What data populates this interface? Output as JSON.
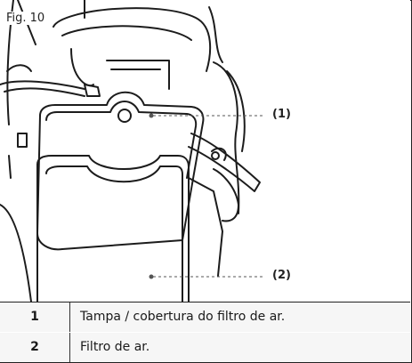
{
  "figure": {
    "label": "Fig. 10",
    "callouts": [
      {
        "id": "1",
        "text": "(1)"
      },
      {
        "id": "2",
        "text": "(2)"
      }
    ]
  },
  "legend": {
    "rows": [
      {
        "number": "1",
        "description": "Tampa / cobertura do filtro de ar."
      },
      {
        "number": "2",
        "description": "Filtro de ar."
      }
    ]
  }
}
